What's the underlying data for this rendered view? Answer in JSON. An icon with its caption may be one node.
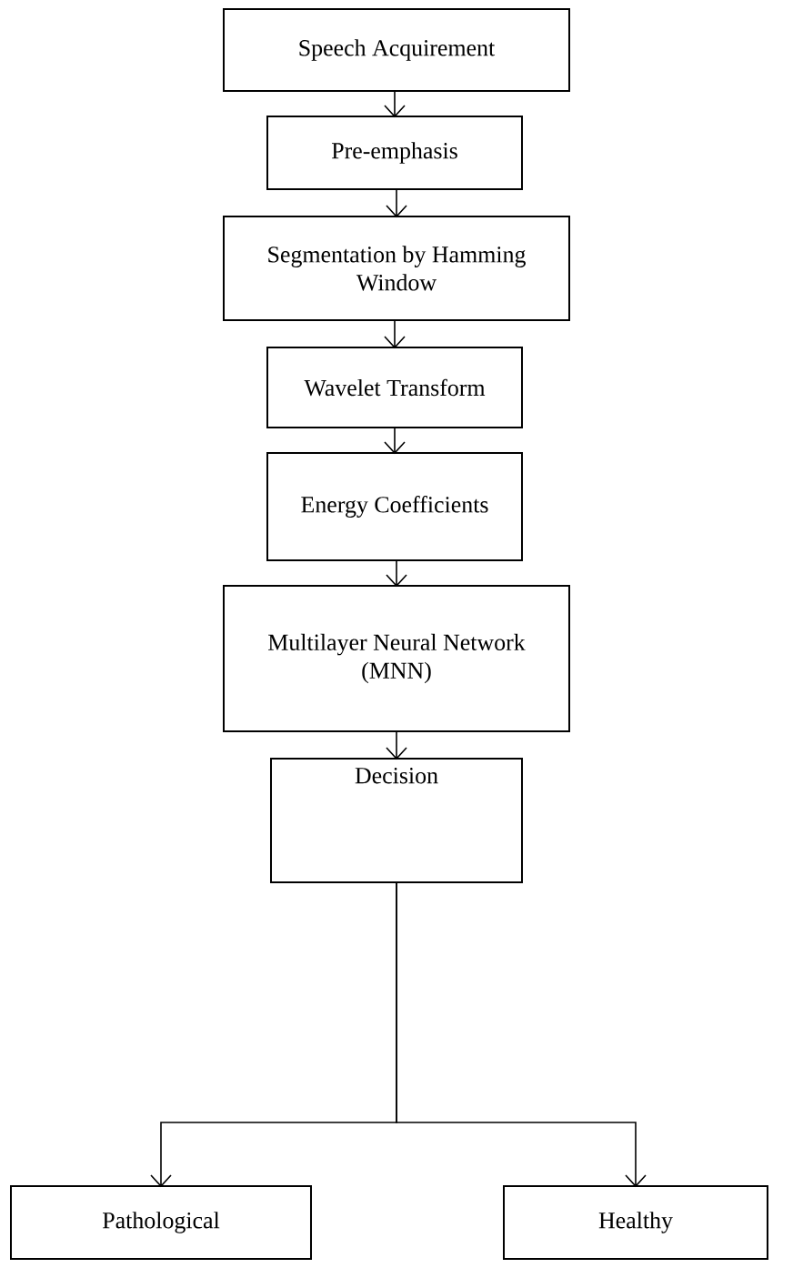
{
  "diagram": {
    "nodes": [
      {
        "text": [
          "Speech Acquirement"
        ]
      },
      {
        "text": [
          "Pre-emphasis"
        ]
      },
      {
        "text": [
          "Segmentation by Hamming Window"
        ]
      },
      {
        "text": [
          "Wavelet Transform"
        ]
      },
      {
        "text": [
          "Energy Coefficients"
        ]
      },
      {
        "text": [
          "Multilayer Neural Network (MNN)"
        ]
      },
      {
        "text": [
          "Decision"
        ]
      },
      {
        "text": [
          "Pathological"
        ]
      },
      {
        "text": [
          "Healthy"
        ]
      }
    ],
    "edges": [
      {
        "from": 0,
        "to": 1,
        "arrow": "to"
      },
      {
        "from": 1,
        "to": 2,
        "arrow": "to"
      },
      {
        "from": 2,
        "to": 3,
        "arrow": "to"
      },
      {
        "from": 3,
        "to": 4,
        "arrow": "to"
      },
      {
        "from": 4,
        "to": 5,
        "arrow": "to"
      },
      {
        "from": 5,
        "to": 6,
        "arrow": "to"
      },
      {
        "from": 6,
        "to": 7,
        "arrow": "to"
      },
      {
        "from": 6,
        "to": 8,
        "arrow": "to"
      }
    ]
  }
}
